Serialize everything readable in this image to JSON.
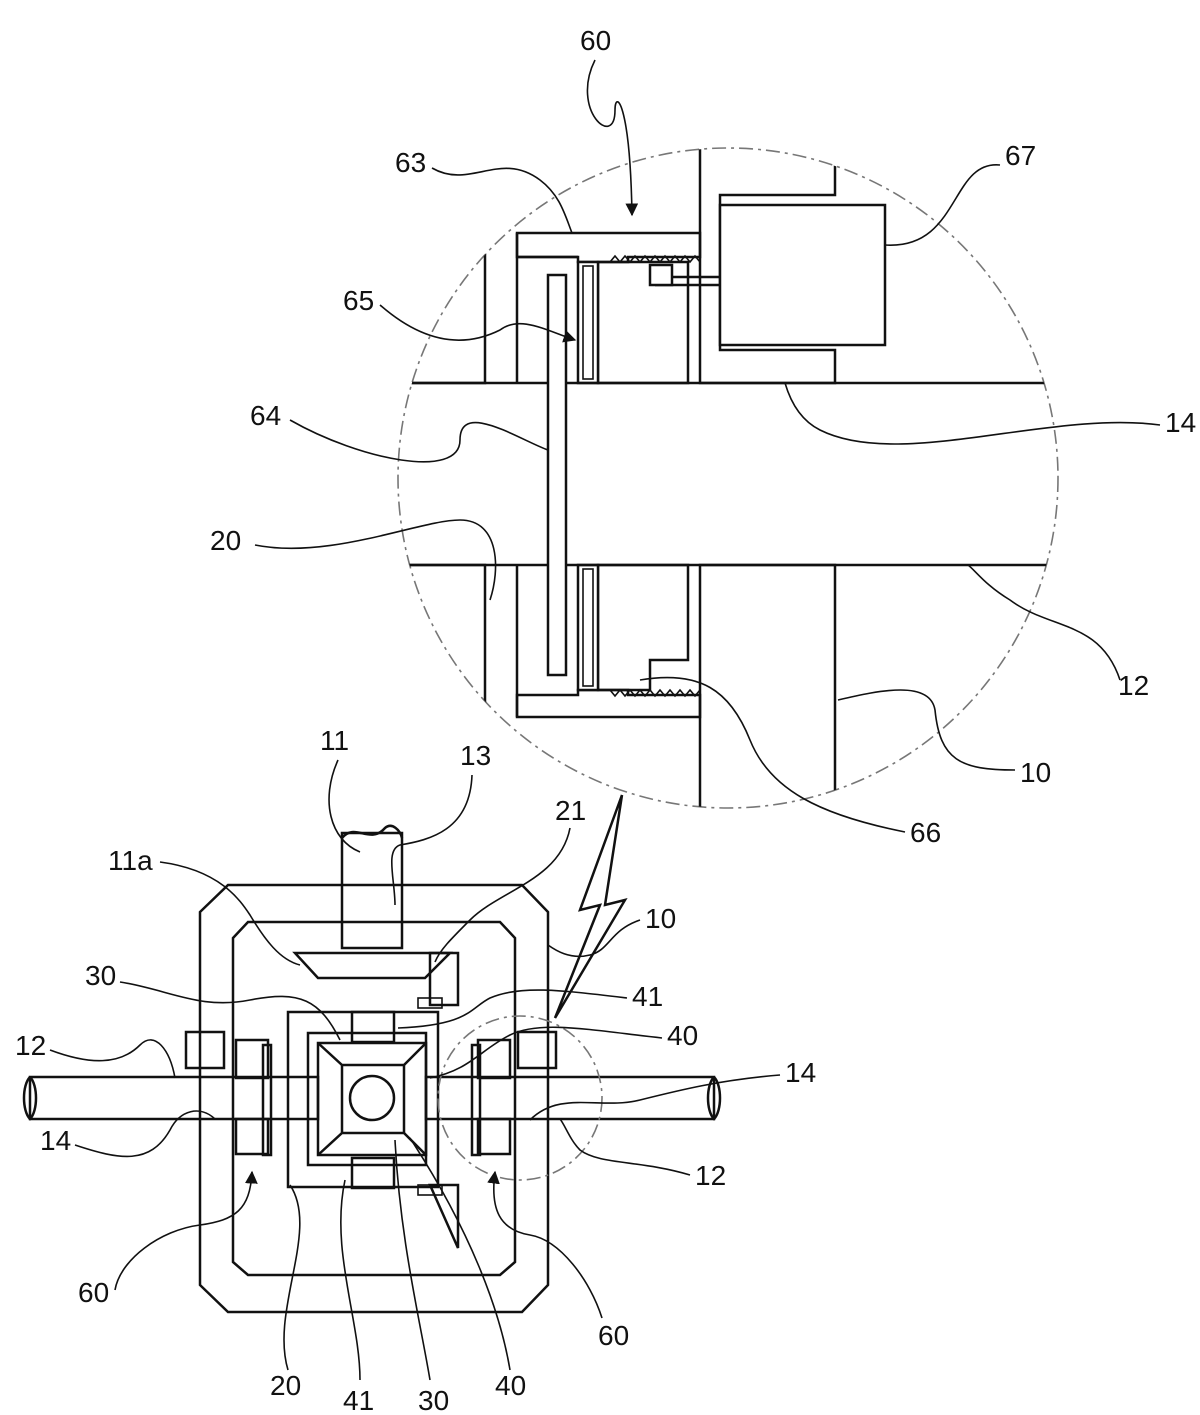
{
  "figure": {
    "labels": {
      "detail_60": "60",
      "detail_63": "63",
      "detail_67": "67",
      "detail_65": "65",
      "detail_64": "64",
      "detail_14": "14",
      "detail_20": "20",
      "detail_12": "12",
      "detail_10": "10",
      "detail_66": "66",
      "main_11": "11",
      "main_13": "13",
      "main_21": "21",
      "main_11a": "11a",
      "main_10": "10",
      "main_30_upper": "30",
      "main_41_right": "41",
      "main_40_right": "40",
      "main_12_left": "12",
      "main_14_right": "14",
      "main_14_left": "14",
      "main_12_right": "12",
      "main_60_left": "60",
      "main_60_right": "60",
      "main_20_bottom": "20",
      "main_41_bottom": "41",
      "main_30_bottom": "30",
      "main_40_bottom": "40"
    },
    "colors": {
      "line": "#111111",
      "background": "#ffffff",
      "detail_circle": "#777777"
    }
  }
}
